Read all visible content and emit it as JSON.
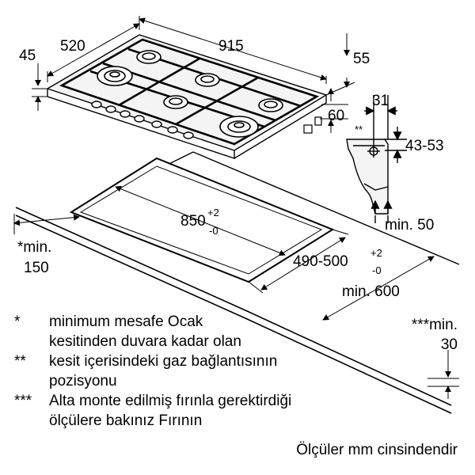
{
  "dimensions": {
    "width_520": "520",
    "length_915": "915",
    "left_45": "45",
    "right_55": "55",
    "right_60": "60",
    "bracket_31": "31",
    "bracket_star": "**",
    "bracket_43_53": "43-53",
    "min_50": "min. 50",
    "cutout_length": "850",
    "cutout_length_tol_plus": "+2",
    "cutout_length_tol_minus": "-0",
    "cutout_depth": "490-500",
    "cutout_depth_tol_plus": "+2",
    "cutout_depth_tol_minus": "-0",
    "min_600": "min. 600",
    "left_min_line1": "*min.",
    "left_min_line2": "150",
    "right_min_line1": "***min.",
    "right_min_line2": "30"
  },
  "notes": [
    {
      "mark": "*",
      "line1": "minimum mesafe Ocak",
      "line2": "kesitinden duvara kadar olan"
    },
    {
      "mark": "**",
      "line1": "kesit içerisindeki gaz bağlantısının",
      "line2": "pozisyonu"
    },
    {
      "mark": "***",
      "line1": "Alta monte edilmiş fırınla gerektirdiği",
      "line2": "ölçülere bakınız Fırının"
    }
  ],
  "unit_note": "Ölçüler mm cinsindendir",
  "colors": {
    "line": "#000000",
    "background": "#ffffff"
  }
}
